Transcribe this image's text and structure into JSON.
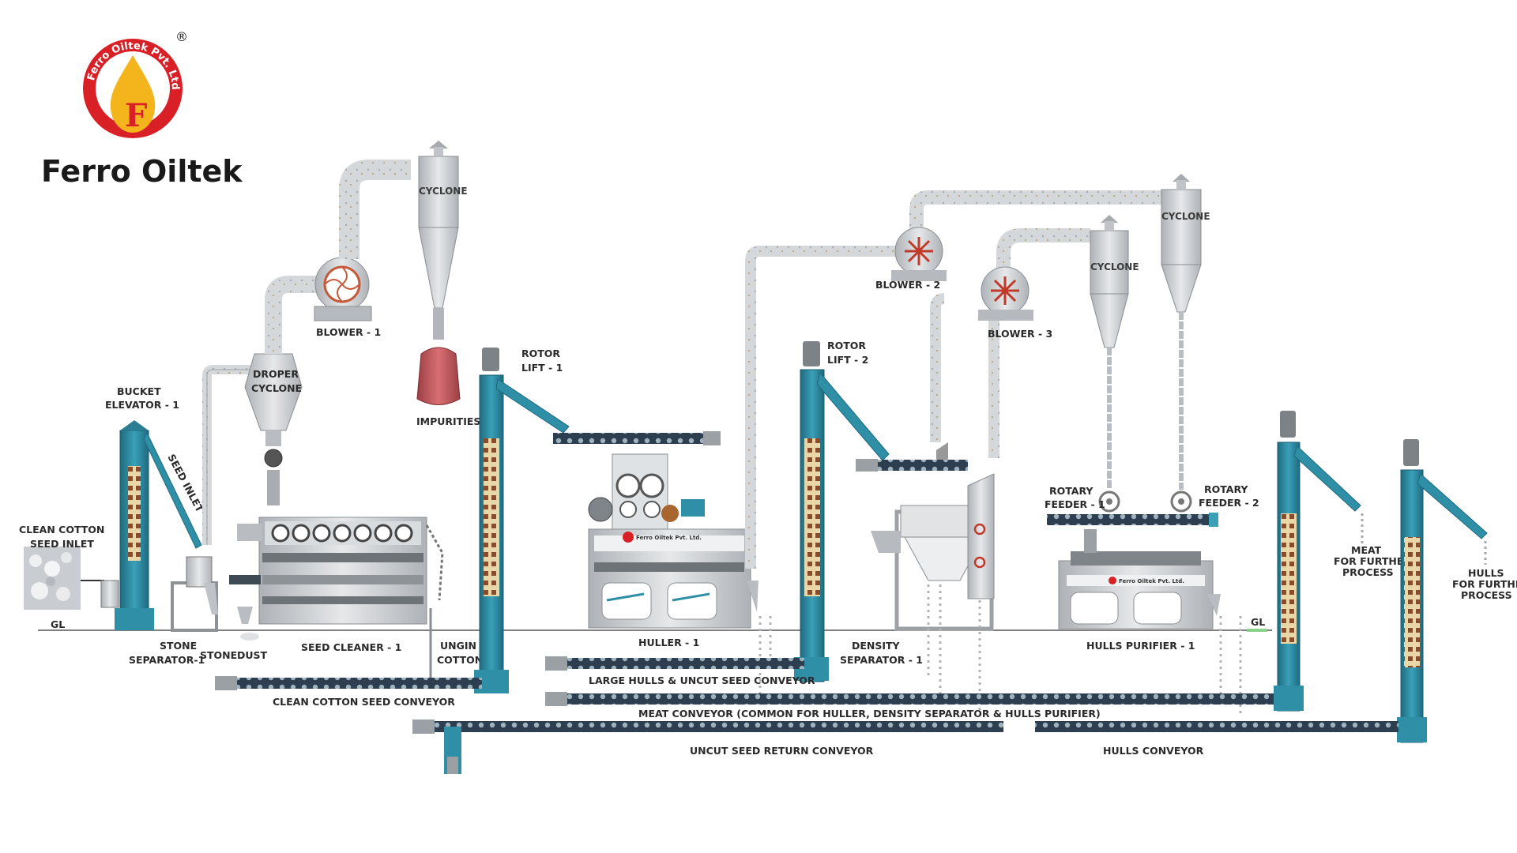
{
  "brand": {
    "name": "Ferro Oiltek",
    "ring_text": "Ferro Oiltek Pvt. Ltd.",
    "registered_mark": "®",
    "logo_letter": "F"
  },
  "labels": {
    "bucket_elevator_1": [
      "BUCKET",
      "ELEVATOR - 1"
    ],
    "seed_inlet": "SEED INLET",
    "clean_cotton_seed_inlet": [
      "CLEAN COTTON",
      "SEED INLET"
    ],
    "gl_left": "GL",
    "gl_right": "GL",
    "stone_separator_1": [
      "STONE",
      "SEPARATOR-1"
    ],
    "stone": "STONE",
    "dust": "DUST",
    "droper_cyclone": [
      "DROPER",
      "CYCLONE"
    ],
    "blower_1": "BLOWER - 1",
    "cyclone_1": "CYCLONE",
    "impurities": "IMPURITIES",
    "seed_cleaner_1": "SEED CLEANER - 1",
    "ungin_cotton": [
      "UNGIN",
      "COTTON"
    ],
    "rotor_lift_1": [
      "ROTOR",
      "LIFT - 1"
    ],
    "huller_1": "HULLER - 1",
    "rotor_lift_2": [
      "ROTOR",
      "LIFT - 2"
    ],
    "density_separator_1": [
      "DENSITY",
      "SEPARATOR - 1"
    ],
    "blower_2": "BLOWER - 2",
    "blower_3": "BLOWER - 3",
    "cyclone_2": "CYCLONE",
    "cyclone_3": "CYCLONE",
    "rotary_feeder_1": [
      "ROTARY",
      "FEEDER - 1"
    ],
    "rotary_feeder_2": [
      "ROTARY",
      "FEEDER - 2"
    ],
    "hulls_purifier_1": "HULLS PURIFIER - 1",
    "meat_for_further_process": [
      "MEAT",
      "FOR FURTHER",
      "PROCESS"
    ],
    "hulls_for_further_process": [
      "HULLS",
      "FOR FURTHER",
      "PROCESS"
    ],
    "clean_cotton_seed_conveyor": "CLEAN COTTON SEED CONVEYOR",
    "large_hulls_conveyor": "LARGE HULLS & UNCUT SEED CONVEYOR",
    "meat_conveyor": "MEAT CONVEYOR (COMMON FOR HULLER, DENSITY SEPARATOR & HULLS PURIFIER)",
    "uncut_seed_return_conveyor": "UNCUT SEED RETURN CONVEYOR",
    "hulls_conveyor": "HULLS CONVEYOR",
    "machine_tag": "Ferro Oiltek Pvt. Ltd."
  },
  "colors": {
    "brand_red": "#d92027",
    "brand_yellow": "#f3b51b",
    "elevator_blue": "#2f8fa6",
    "elevator_dark": "#1e6b80",
    "machine_grey": "#c9cccf",
    "duct_grey": "#cfd2d5",
    "blower_red": "#c0392b"
  }
}
